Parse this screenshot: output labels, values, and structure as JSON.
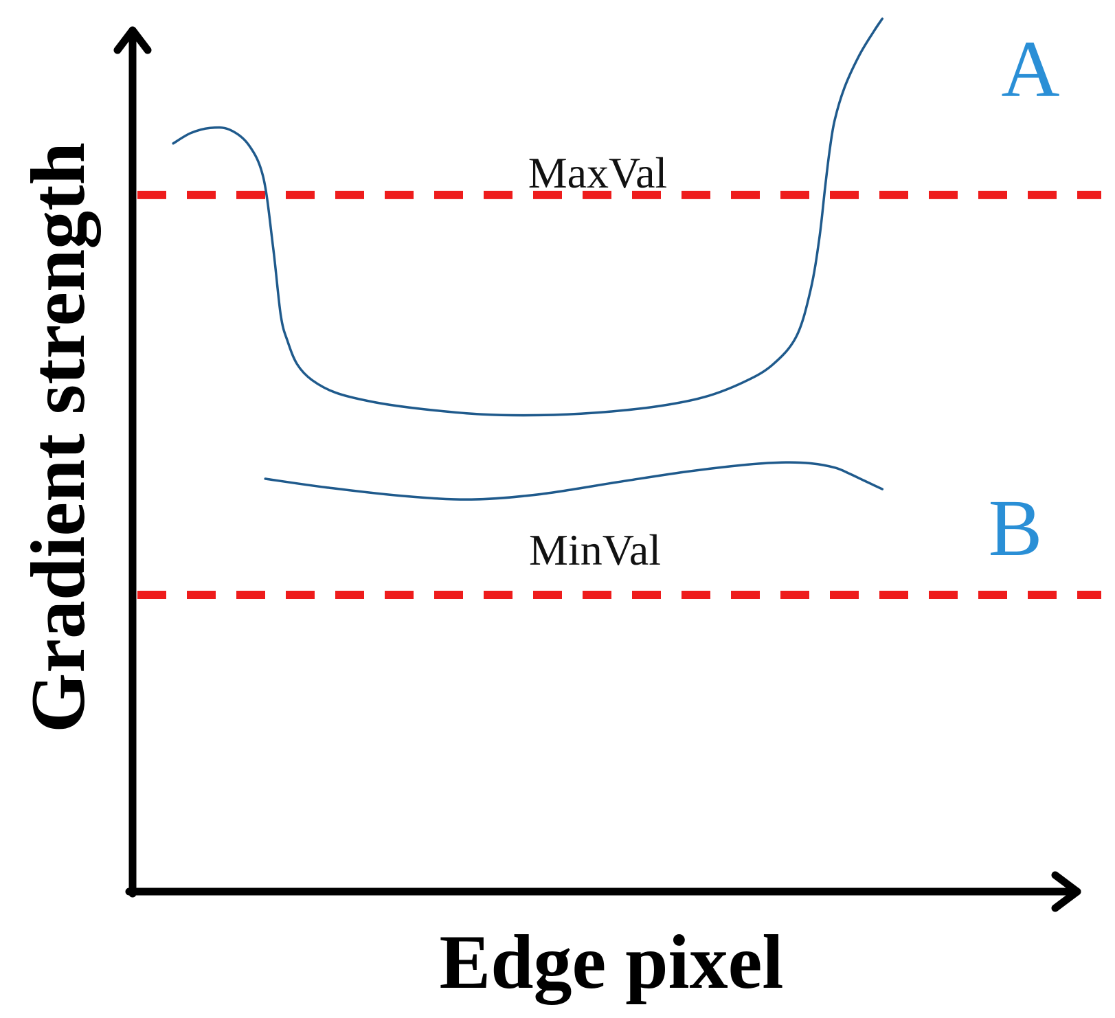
{
  "chart_data": {
    "type": "line",
    "title": "",
    "xlabel": "Edge pixel",
    "ylabel": "Gradient strength",
    "xlim": [
      0,
      100
    ],
    "ylim": [
      0,
      100
    ],
    "grid": false,
    "thresholds": [
      {
        "label": "MaxVal",
        "y": 81.0
      },
      {
        "label": "MinVal",
        "y": 34.5
      }
    ],
    "series": [
      {
        "name": "A",
        "x": [
          4.2,
          6,
          8,
          10,
          12,
          13.5,
          14.5,
          15.3,
          16,
          17,
          18.5,
          21,
          25,
          30,
          36,
          42,
          48,
          54,
          59,
          63,
          66,
          68.5,
          70,
          70.9,
          71.5,
          72,
          72.5,
          73.5,
          75,
          76.5,
          77.4
        ],
        "y": [
          87.0,
          88.2,
          88.8,
          88.6,
          86.8,
          83.0,
          75.0,
          67.0,
          64.0,
          61.3,
          59.5,
          58.0,
          56.9,
          56.1,
          55.5,
          55.4,
          55.7,
          56.4,
          57.5,
          59.2,
          61.2,
          64.5,
          70.0,
          76.0,
          82.0,
          86.5,
          89.8,
          93.5,
          97.2,
          100.0,
          101.5
        ]
      },
      {
        "name": "B",
        "x": [
          13.7,
          20,
          28,
          35,
          42,
          50,
          57,
          63,
          67,
          70,
          72.5,
          74,
          75.5,
          77.4
        ],
        "y": [
          48.0,
          47.0,
          46.0,
          45.6,
          46.2,
          47.6,
          48.8,
          49.6,
          49.9,
          49.8,
          49.3,
          48.6,
          47.8,
          46.8
        ]
      }
    ],
    "colors": {
      "curve": "#1f5a8c",
      "threshold": "#ee1c1c",
      "label_accent": "#2a8fd6",
      "axis": "#000000"
    }
  }
}
